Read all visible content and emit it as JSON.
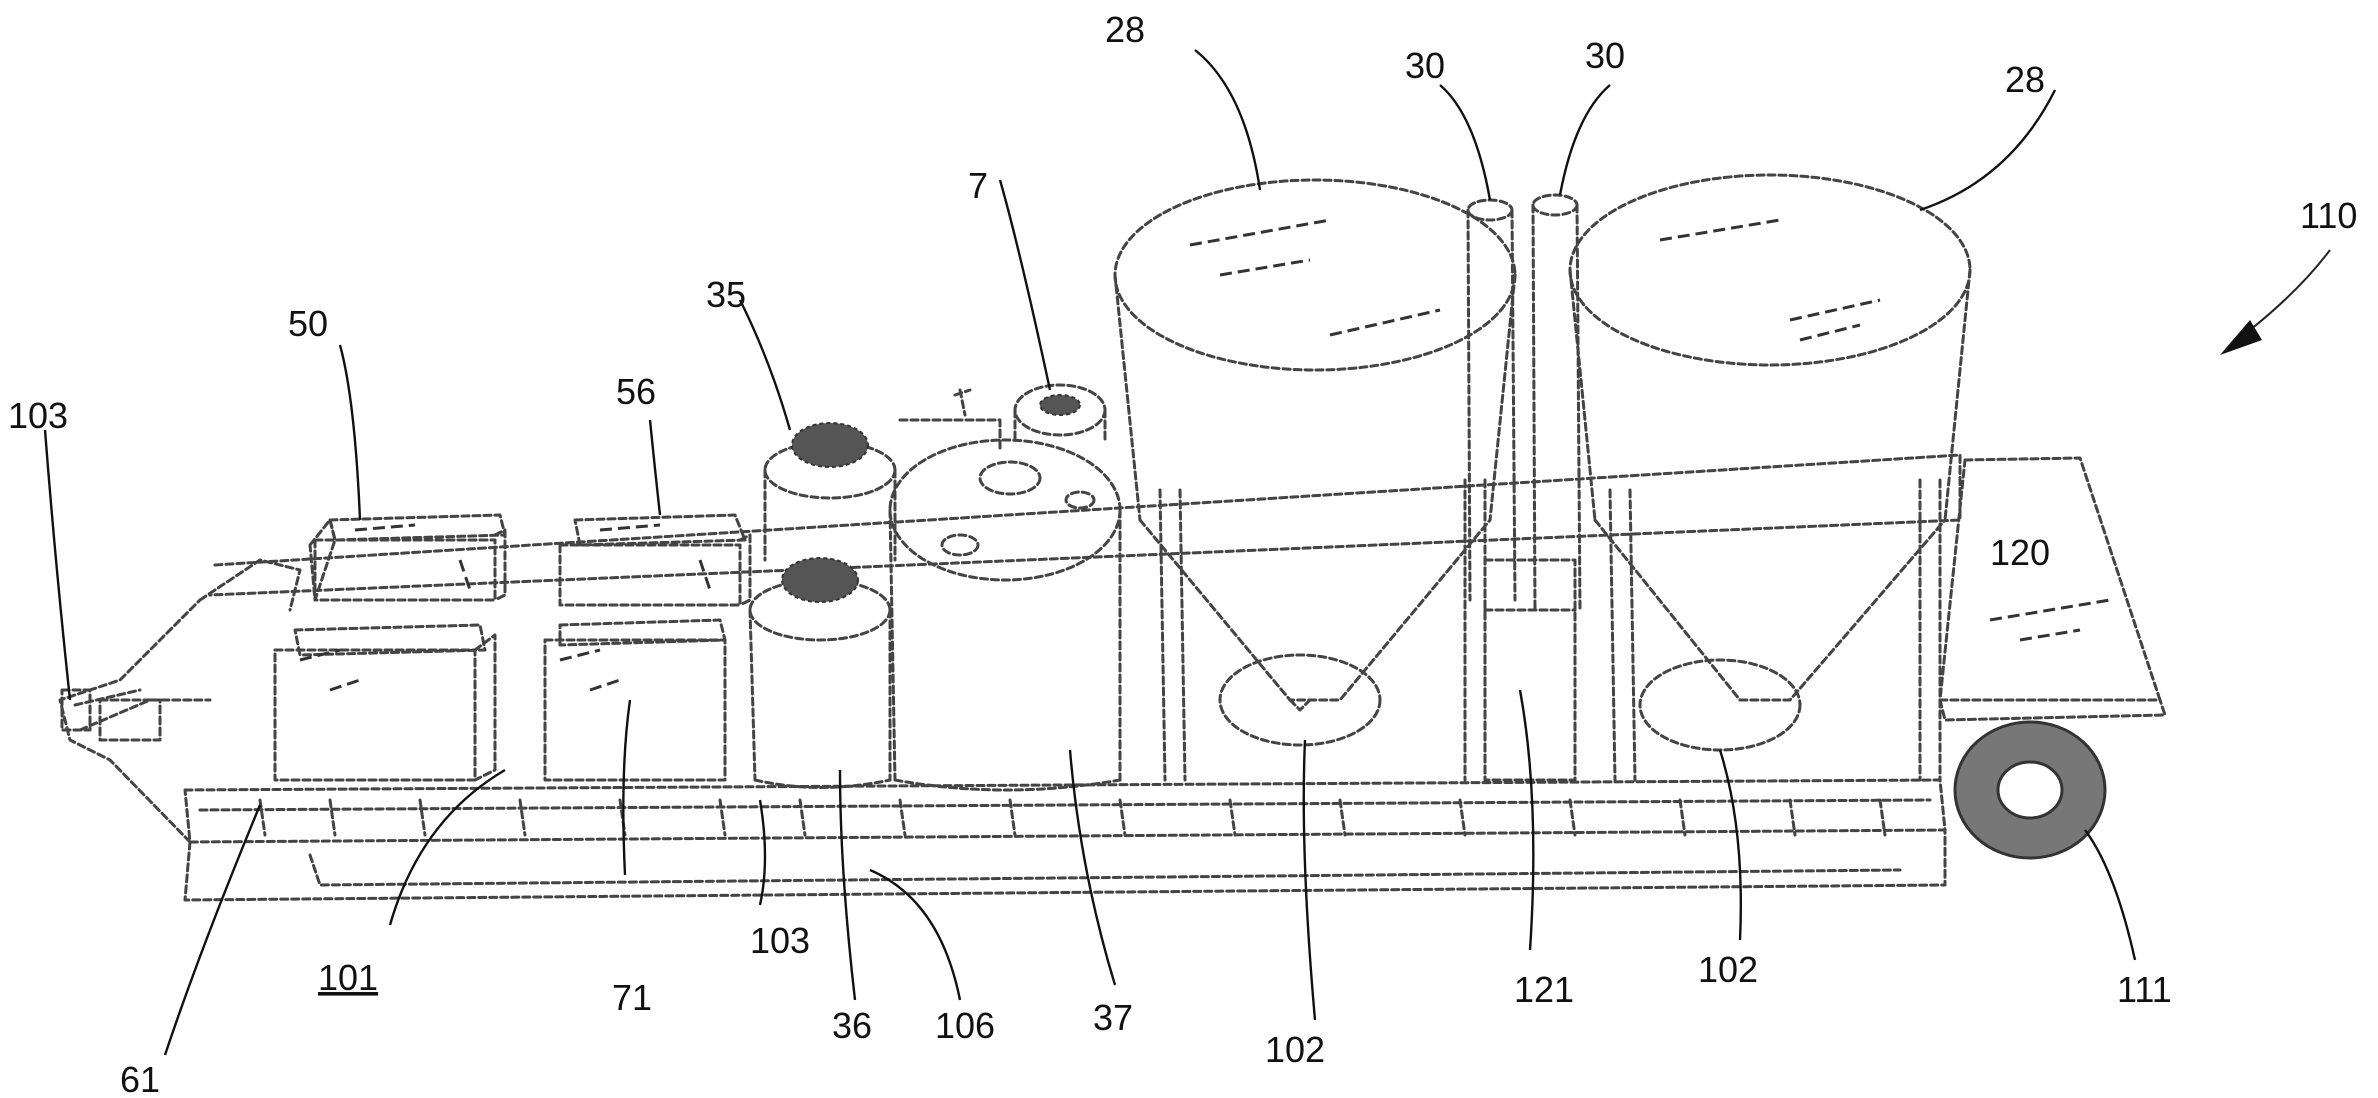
{
  "figure": {
    "labels": {
      "l28a": "28",
      "l28b": "28",
      "l30a": "30",
      "l30b": "30",
      "l110": "110",
      "l7": "7",
      "l35": "35",
      "l50": "50",
      "l56": "56",
      "l103a": "103",
      "l120": "120",
      "l101": "101",
      "l71": "71",
      "l103b": "103",
      "l36": "36",
      "l106": "106",
      "l37": "37",
      "l121": "121",
      "l102a": "102",
      "l102b": "102",
      "l111": "111",
      "l61": "61"
    },
    "colors": {
      "line": "#444444",
      "background": "#ffffff"
    }
  }
}
